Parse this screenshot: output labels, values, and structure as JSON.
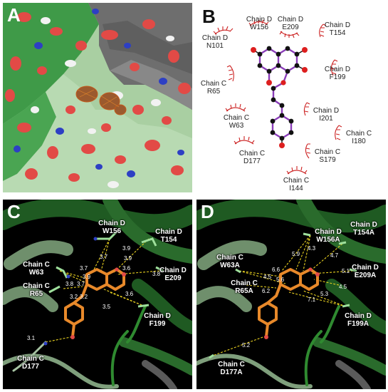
{
  "panels": {
    "a": {
      "label": "A"
    },
    "b": {
      "label": "B",
      "residues": [
        {
          "chain": "Chain D",
          "residue": "N101"
        },
        {
          "chain": "Chain D",
          "residue": "W156"
        },
        {
          "chain": "Chain D",
          "residue": "E209"
        },
        {
          "chain": "Chain D",
          "residue": "T154"
        },
        {
          "chain": "Chain D",
          "residue": "F199"
        },
        {
          "chain": "Chain C",
          "residue": "R65"
        },
        {
          "chain": "Chain D",
          "residue": "I201"
        },
        {
          "chain": "Chain C",
          "residue": "W63"
        },
        {
          "chain": "Chain C",
          "residue": "I180"
        },
        {
          "chain": "Chain C",
          "residue": "D177"
        },
        {
          "chain": "Chain C",
          "residue": "S179"
        },
        {
          "chain": "Chain C",
          "residue": "I144"
        }
      ]
    },
    "c": {
      "label": "C",
      "residues": [
        {
          "chain": "Chain D",
          "residue": "W156"
        },
        {
          "chain": "Chain D",
          "residue": "T154"
        },
        {
          "chain": "Chain D",
          "residue": "E209"
        },
        {
          "chain": "Chain C",
          "residue": "W63"
        },
        {
          "chain": "Chain C",
          "residue": "R65"
        },
        {
          "chain": "Chain D",
          "residue": "F199"
        },
        {
          "chain": "Chain C",
          "residue": "D177"
        }
      ],
      "distances": [
        "3.7",
        "3.9",
        "3.9",
        "3.6",
        "3.7",
        "3.8",
        "3.7",
        "3.9",
        "3.8",
        "3.6",
        "3.5",
        "3.2",
        "3.2",
        "3.1"
      ]
    },
    "d": {
      "label": "D",
      "residues": [
        {
          "chain": "Chain D",
          "residue": "W156A"
        },
        {
          "chain": "Chain D",
          "residue": "T154A"
        },
        {
          "chain": "Chain C",
          "residue": "W63A"
        },
        {
          "chain": "Chain D",
          "residue": "E209A"
        },
        {
          "chain": "Chain C",
          "residue": "R65A"
        },
        {
          "chain": "Chain D",
          "residue": "F199A"
        },
        {
          "chain": "Chain C",
          "residue": "D177A"
        }
      ],
      "distances": [
        "4.3",
        "4.7",
        "5.9",
        "5.1",
        "6.6",
        "5.6",
        "4.5",
        "4.5",
        "6.2",
        "5.3",
        "7.1",
        "5.2"
      ]
    }
  },
  "colors": {
    "surface_green": "#3f9a48",
    "surface_light_green": "#b6d8b0",
    "surface_grey": "#6e6e6e",
    "oxygen_red": "#e24a46",
    "nitrogen_blue": "#2d3fc4",
    "ligand_orange": "#e8892a",
    "bond_purple": "#8a3db8",
    "hydrophobic_arc": "#cc2222",
    "hbond_yellow": "#e8d020",
    "cartoon_dark_green": "#1f5a22",
    "background_black": "#000000"
  }
}
